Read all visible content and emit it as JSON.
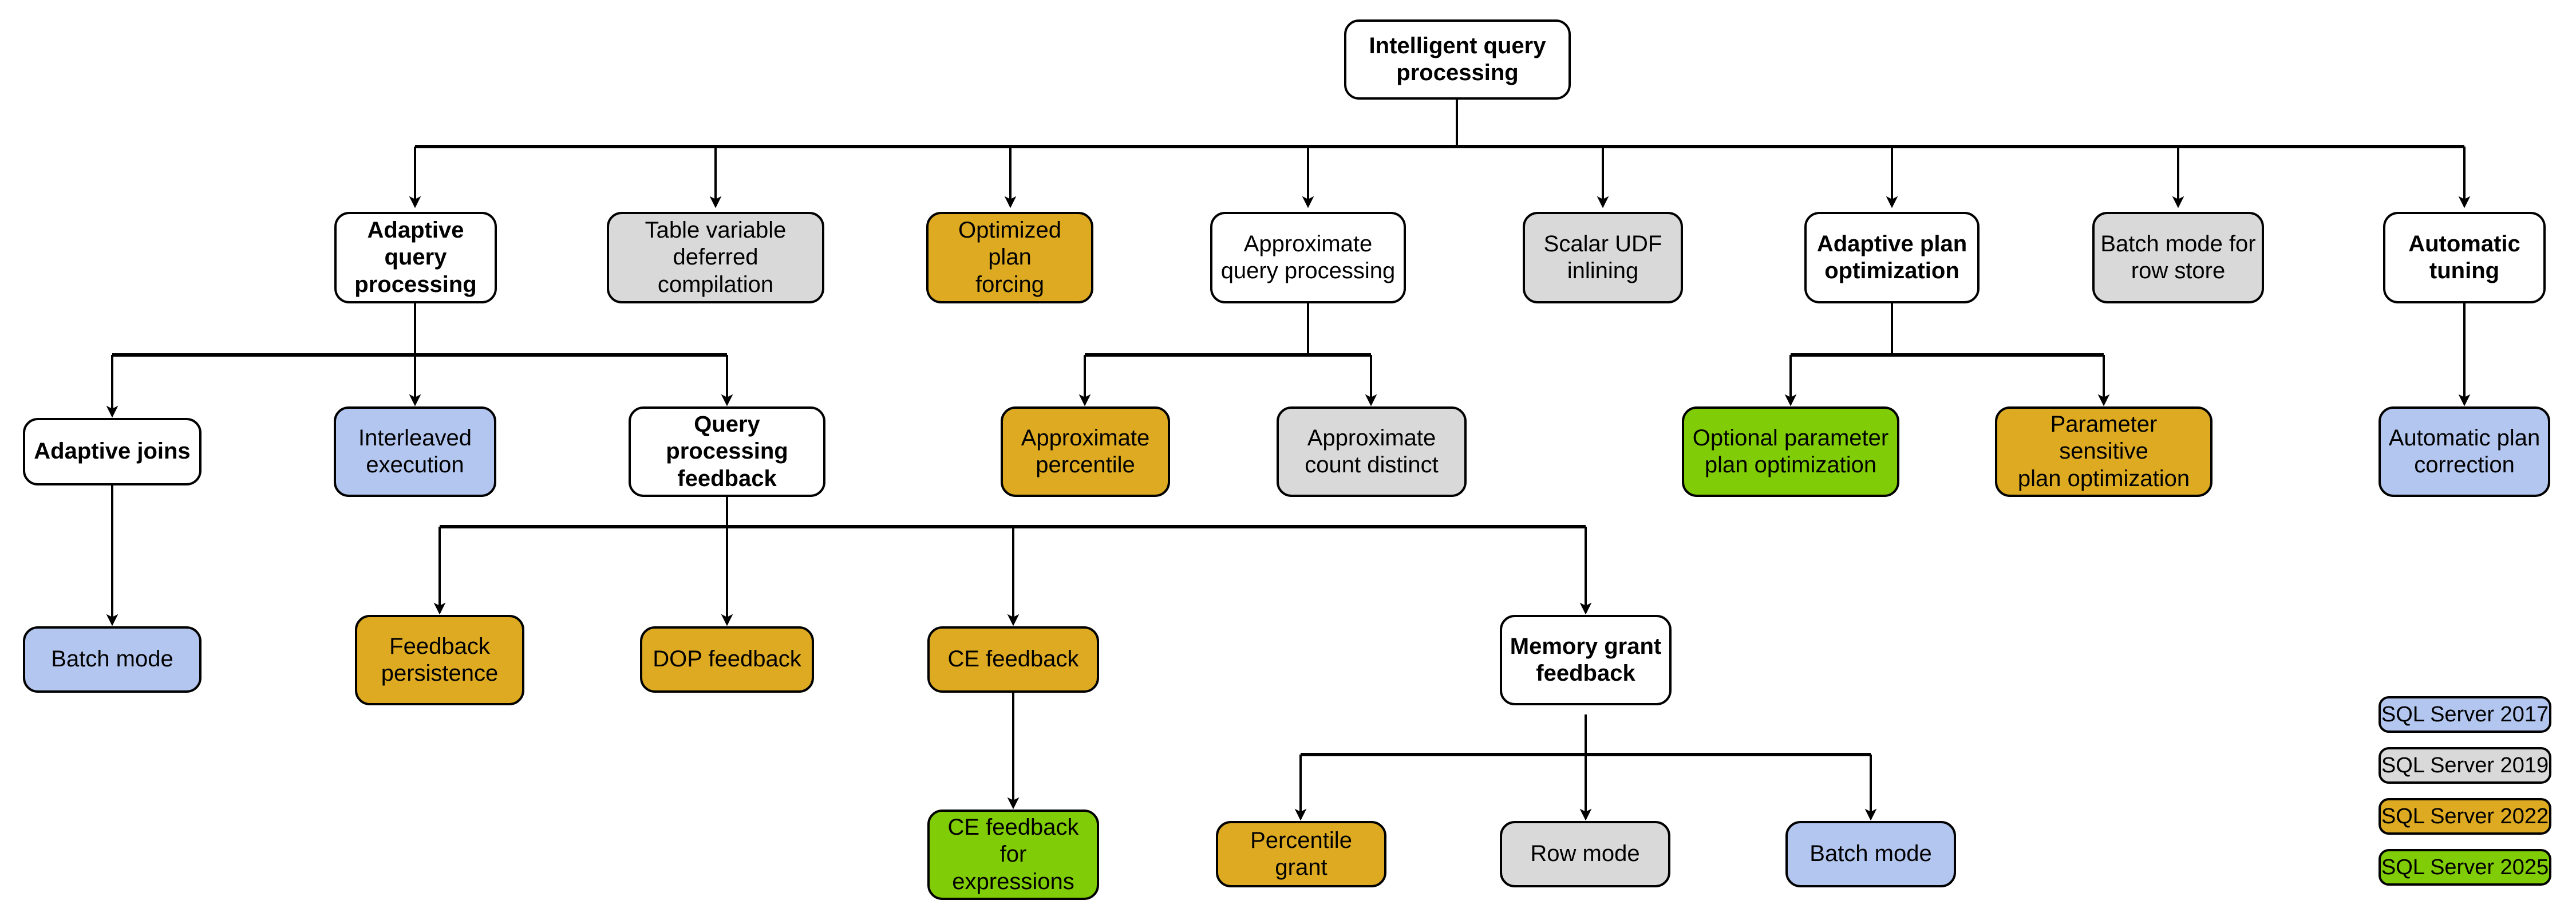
{
  "diagram": {
    "title": "Intelligent query processing feature family tree",
    "palette": {
      "sql2017": "#b3c6f0",
      "sql2019": "#d9d9d9",
      "sql2022": "#ddaa22",
      "sql2025": "#80cc06",
      "neutral": "#ffffff",
      "stroke": "#000000",
      "background": "#ffffff"
    },
    "nodes": {
      "root": {
        "label": "Intelligent query\nprocessing"
      },
      "adaptive_query_processing": {
        "label": "Adaptive query\nprocessing"
      },
      "table_variable_deferred_compilation": {
        "label": "Table variable\ndeferred compilation"
      },
      "optimized_plan_forcing": {
        "label": "Optimized plan\nforcing"
      },
      "approximate_query_processing": {
        "label": "Approximate\nquery processing"
      },
      "scalar_udf_inlining": {
        "label": "Scalar UDF\ninlining"
      },
      "adaptive_plan_optimization": {
        "label": "Adaptive plan\noptimization"
      },
      "batch_mode_for_row_store": {
        "label": "Batch mode for\nrow store"
      },
      "automatic_tuning": {
        "label": "Automatic\ntuning"
      },
      "adaptive_joins": {
        "label": "Adaptive joins"
      },
      "interleaved_execution": {
        "label": "Interleaved\nexecution"
      },
      "query_processing_feedback": {
        "label": "Query processing\nfeedback"
      },
      "approximate_percentile": {
        "label": "Approximate\npercentile"
      },
      "approximate_count_distinct": {
        "label": "Approximate\ncount distinct"
      },
      "optional_parameter_plan_optimization": {
        "label": "Optional parameter\nplan optimization"
      },
      "parameter_sensitive_plan_optimization": {
        "label": "Parameter sensitive\nplan optimization"
      },
      "automatic_plan_correction": {
        "label": "Automatic plan\ncorrection"
      },
      "batch_mode_adaptive_joins": {
        "label": "Batch mode"
      },
      "feedback_persistence": {
        "label": "Feedback\npersistence"
      },
      "dop_feedback": {
        "label": "DOP feedback"
      },
      "ce_feedback": {
        "label": "CE feedback"
      },
      "memory_grant_feedback": {
        "label": "Memory grant\nfeedback"
      },
      "ce_feedback_for_expressions": {
        "label": "CE feedback for\nexpressions"
      },
      "percentile_grant": {
        "label": "Percentile grant"
      },
      "row_mode": {
        "label": "Row mode"
      },
      "batch_mode_memory_grant": {
        "label": "Batch mode"
      }
    },
    "legend": {
      "items": [
        {
          "label": "SQL Server 2017",
          "color": "#b3c6f0"
        },
        {
          "label": "SQL Server 2019",
          "color": "#d9d9d9"
        },
        {
          "label": "SQL Server 2022",
          "color": "#ddaa22"
        },
        {
          "label": "SQL Server 2025",
          "color": "#80cc06"
        }
      ]
    }
  }
}
